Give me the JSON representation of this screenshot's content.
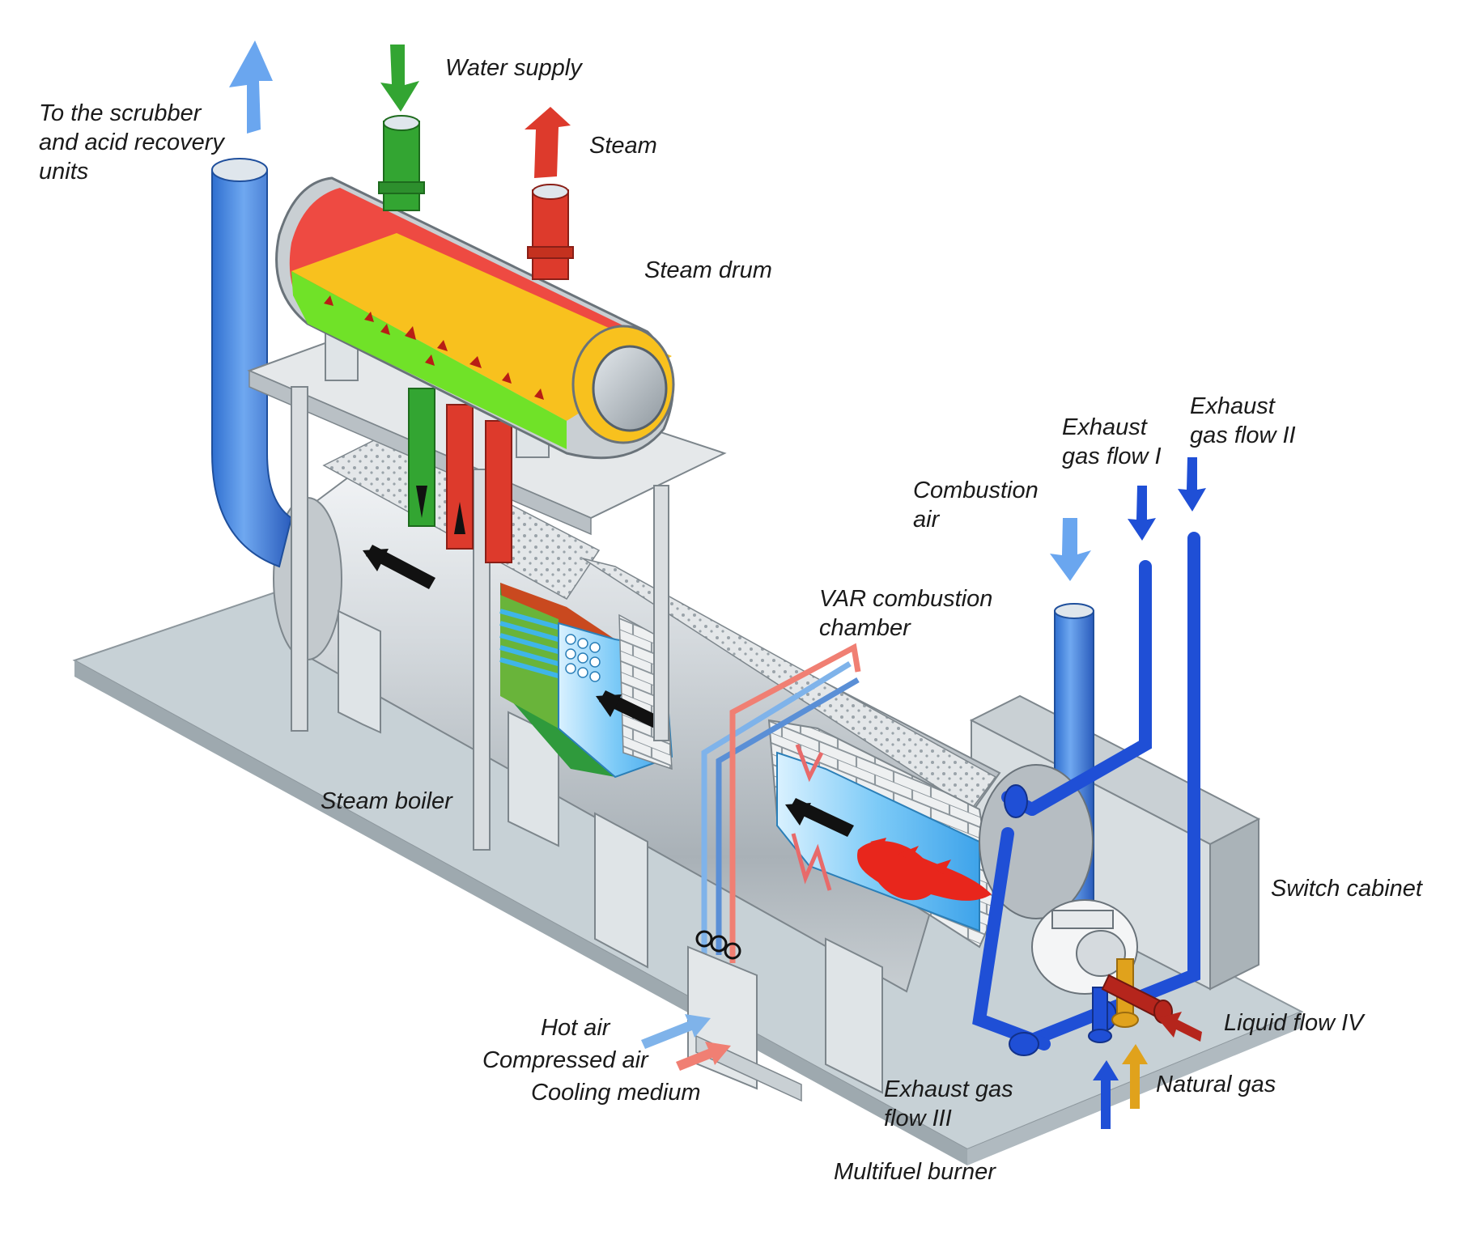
{
  "labels": {
    "to_scrubber": [
      "To the scrubber",
      "and acid recovery",
      "units"
    ],
    "water_supply": "Water supply",
    "steam": "Steam",
    "steam_drum": "Steam drum",
    "exhaust_gas_flow_1": [
      "Exhaust",
      "gas flow I"
    ],
    "exhaust_gas_flow_2": [
      "Exhaust",
      "gas flow II"
    ],
    "combustion_air": [
      "Combustion",
      "air"
    ],
    "var_combustion_chamber": [
      "VAR combustion",
      "chamber"
    ],
    "steam_boiler": "Steam boiler",
    "switch_cabinet": "Switch cabinet",
    "liquid_flow_4": "Liquid flow IV",
    "natural_gas": "Natural gas",
    "hot_air": "Hot air",
    "compressed_air": "Compressed air",
    "cooling_medium": "Cooling medium",
    "exhaust_gas_flow_3": [
      "Exhaust gas",
      "flow III"
    ],
    "multifuel_burner": "Multifuel burner"
  },
  "colors": {
    "exhaust_stack": "#4a8fe0",
    "water": "#33a532",
    "steam": "#dd3a2c",
    "drum_red": "#ee4a42",
    "drum_yellow": "#f8c11e",
    "drum_green": "#70e228",
    "gas_pipe_blue": "#1f4fd6",
    "natural_gas": "#e0a21c",
    "liquid": "#b5251c",
    "base_plate": "#c7d1d6",
    "flame": "#e8261c",
    "chamber_blue": "#6fc3f5"
  },
  "icons": [
    "up-arrow-icon",
    "down-arrow-icon",
    "flow-direction-arrow-icon",
    "flame-icon",
    "valve-icon"
  ]
}
